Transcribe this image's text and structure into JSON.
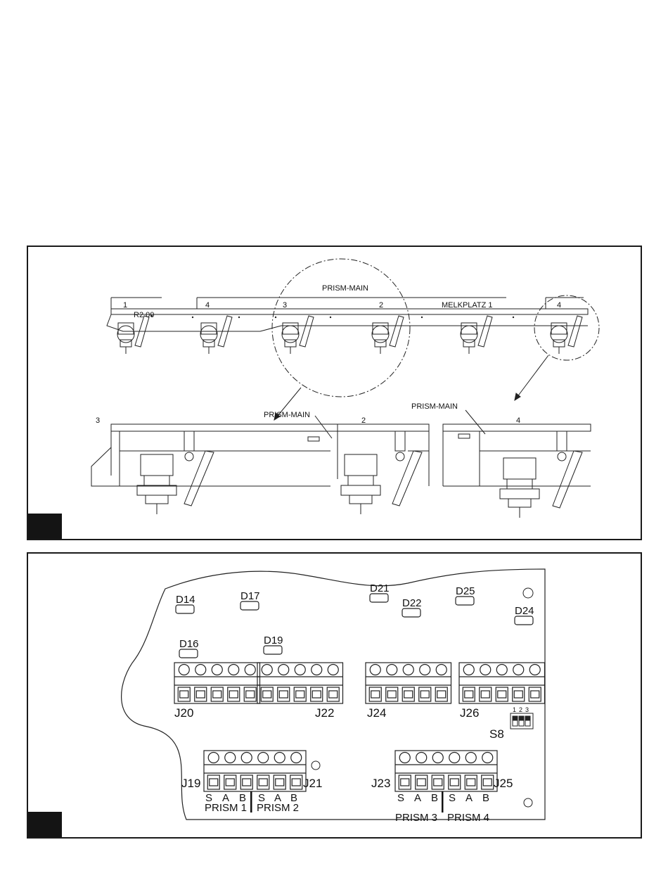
{
  "top_panel": {
    "overview": {
      "stall_numbers": [
        "1",
        "4",
        "3",
        "2",
        "4"
      ],
      "zoom_label": "PRISM-MAIN",
      "parlor_label": "MELKPLATZ 1",
      "dim_label": "R2 00"
    },
    "detail_left": {
      "stall_a": "3",
      "stall_b": "2",
      "callout": "PRISM-MAIN"
    },
    "detail_right": {
      "stall": "4",
      "callout": "PRISM-MAIN"
    }
  },
  "bottom_panel": {
    "leds": [
      "D14",
      "D17",
      "D21",
      "D22",
      "D25",
      "D24",
      "D16",
      "D19"
    ],
    "connectors_top": [
      "J20",
      "J22",
      "J24",
      "J26"
    ],
    "switch": {
      "label": "S8",
      "positions": [
        "1",
        "2",
        "3"
      ]
    },
    "connectors_bottom": [
      "J19",
      "J21",
      "J23",
      "J25"
    ],
    "pin_labels": [
      "S",
      "A",
      "B"
    ],
    "prisms": [
      "PRISM 1",
      "PRISM 2",
      "PRISM 3",
      "PRISM 4"
    ]
  }
}
